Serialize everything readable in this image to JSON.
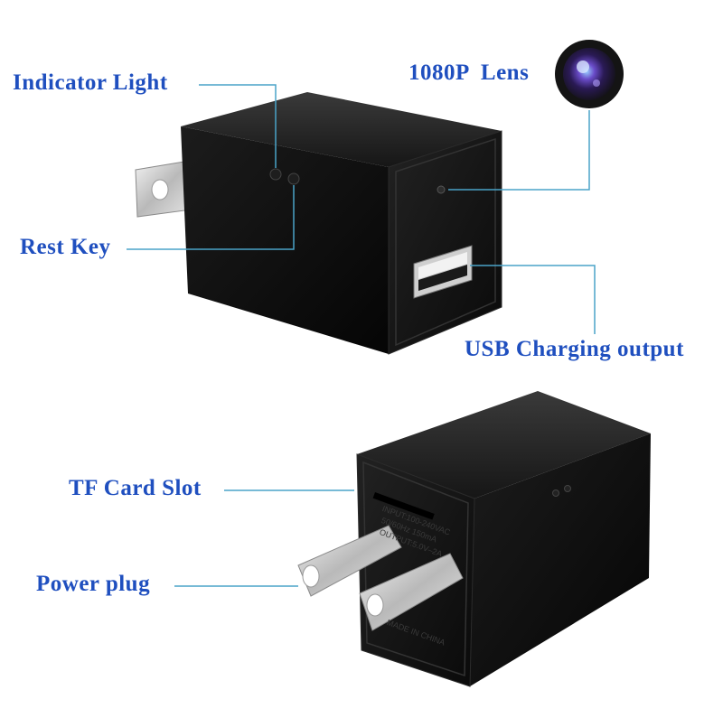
{
  "callouts": {
    "indicator_light": "Indicator Light",
    "lens": "1080P  Lens",
    "rest_key": "Rest Key",
    "usb_output": "USB Charging output",
    "tf_card_slot": "TF Card Slot",
    "power_plug": "Power plug"
  },
  "product_label": {
    "input": "INPUT:100-240VAC",
    "frequency": "50/60Hz 150mA",
    "output": "OUTPUT:5.0V–2A",
    "made_in": "MADE IN CHINA"
  },
  "colors": {
    "label_text": "#1f4fbf",
    "leader_line": "#4aa3c8",
    "device_body": "#101010"
  },
  "icons": [
    "lens-icon",
    "usb-port-icon",
    "plug-prong-icon"
  ]
}
